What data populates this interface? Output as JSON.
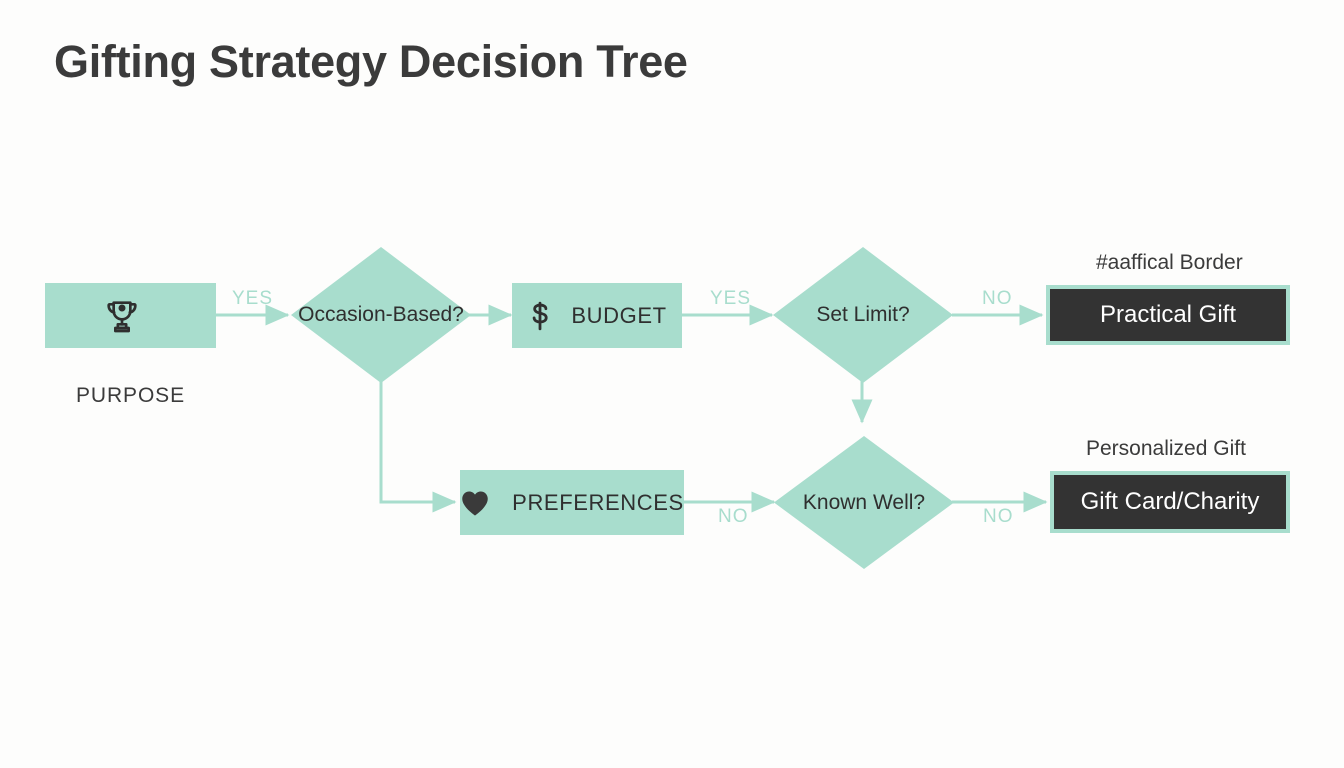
{
  "page": {
    "title": "Gifting Strategy Decision Tree",
    "background_color": "#fdfdfc"
  },
  "theme": {
    "accent_mint": "#a8ddcd",
    "dark_node": "#333333",
    "text_dark": "#3b3b3b",
    "text_light": "#ffffff"
  },
  "diagram": {
    "type": "flowchart",
    "nodes": [
      {
        "id": "purpose",
        "shape": "process",
        "label": "",
        "icon": "trophy-icon",
        "caption_below": "PURPOSE"
      },
      {
        "id": "occasion",
        "shape": "decision",
        "label": "Occasion-Based?"
      },
      {
        "id": "budget",
        "shape": "process",
        "label": "BUDGET",
        "icon": "dollar-icon"
      },
      {
        "id": "setlimit",
        "shape": "decision",
        "label": "Set Limit?"
      },
      {
        "id": "practical",
        "shape": "terminal",
        "label": "Practical Gift",
        "caption_above": "#aaffical Border"
      },
      {
        "id": "preferences",
        "shape": "process",
        "label": "PREFERENCES",
        "icon": "heart-icon"
      },
      {
        "id": "knownwell",
        "shape": "decision",
        "label": "Known Well?"
      },
      {
        "id": "giftcard",
        "shape": "terminal",
        "label": "Gift Card/Charity",
        "caption_above": "Personalized Gift"
      }
    ],
    "edges": [
      {
        "id": "e1",
        "from": "purpose",
        "to": "occasion",
        "label": "YES"
      },
      {
        "id": "e2",
        "from": "occasion",
        "to": "budget",
        "label": ""
      },
      {
        "id": "e3",
        "from": "budget",
        "to": "setlimit",
        "label": "YES"
      },
      {
        "id": "e4",
        "from": "setlimit",
        "to": "practical",
        "label": "NO"
      },
      {
        "id": "e5",
        "from": "setlimit",
        "to": "knownwell",
        "label": ""
      },
      {
        "id": "e6",
        "from": "occasion",
        "to": "preferences",
        "label": ""
      },
      {
        "id": "e7",
        "from": "preferences",
        "to": "knownwell",
        "label": "NO"
      },
      {
        "id": "e8",
        "from": "knownwell",
        "to": "giftcard",
        "label": "NO"
      }
    ]
  }
}
